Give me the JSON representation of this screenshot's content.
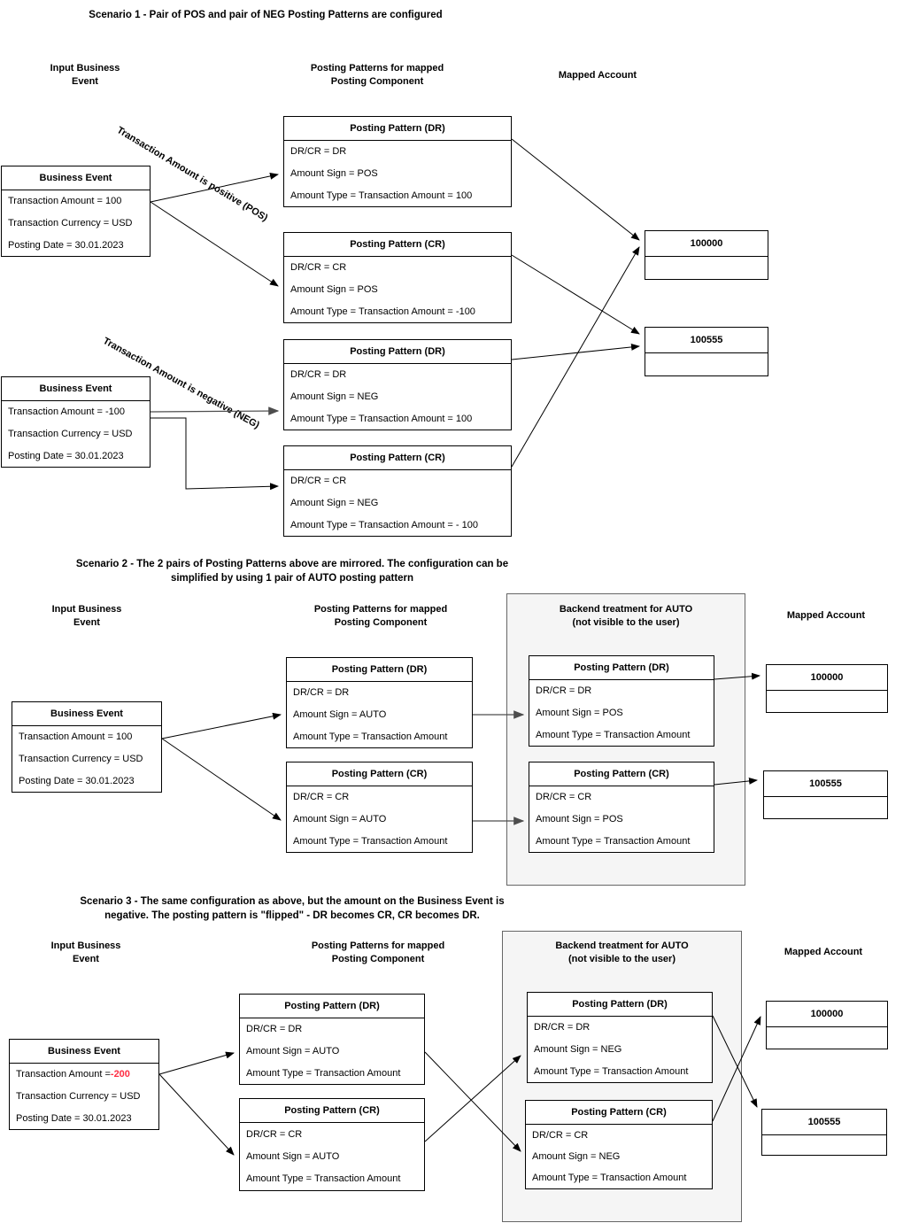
{
  "colors": {
    "negative_amount_red": "#ff2d43",
    "panel_background": "#f5f5f5",
    "panel_border": "#666666",
    "line_black": "#000000",
    "line_gray": "#4d4d4d"
  },
  "s1": {
    "title": "Scenario 1 - Pair of POS and pair of NEG Posting Patterns are configured",
    "headers": {
      "input": "Input Business\nEvent",
      "posting": "Posting Patterns for mapped\nPosting Component",
      "mapped": "Mapped Account"
    },
    "labels": {
      "pos": "Transaction Amount is positive (POS)",
      "neg": "Transaction Amount is negative (NEG)"
    },
    "be_pos": {
      "title": "Business Event",
      "rows": [
        "Transaction Amount = 100",
        "Transaction Currency = USD",
        "Posting Date = 30.01.2023"
      ]
    },
    "be_neg": {
      "title": "Business Event",
      "rows": [
        "Transaction Amount = -100",
        "Transaction Currency = USD",
        "Posting Date = 30.01.2023"
      ]
    },
    "pp_dr_pos": {
      "title": "Posting Pattern (DR)",
      "rows": [
        "DR/CR = DR",
        "Amount Sign = POS",
        "Amount Type = Transaction Amount = 100"
      ]
    },
    "pp_cr_pos": {
      "title": "Posting Pattern (CR)",
      "rows": [
        "DR/CR = CR",
        "Amount Sign = POS",
        "Amount Type = Transaction Amount = -100"
      ]
    },
    "pp_dr_neg": {
      "title": "Posting Pattern (DR)",
      "rows": [
        "DR/CR = DR",
        "Amount Sign = NEG",
        "Amount Type = Transaction Amount = 100"
      ]
    },
    "pp_cr_neg": {
      "title": "Posting Pattern (CR)",
      "rows": [
        "DR/CR = CR",
        "Amount Sign = NEG",
        "Amount Type = Transaction Amount = - 100"
      ]
    },
    "accounts": [
      {
        "number": "100000"
      },
      {
        "number": "100555"
      }
    ]
  },
  "s2": {
    "title": "Scenario 2 - The 2 pairs of Posting Patterns above are mirrored. The configuration can be\nsimplified by using 1 pair of AUTO posting pattern",
    "headers": {
      "input": "Input Business\nEvent",
      "posting": "Posting Patterns for mapped\nPosting Component",
      "backend": "Backend treatment for AUTO\n(not visible to the user)",
      "mapped": "Mapped Account"
    },
    "be": {
      "title": "Business Event",
      "rows": [
        "Transaction Amount = 100",
        "Transaction Currency = USD",
        "Posting Date = 30.01.2023"
      ]
    },
    "pp_dr": {
      "title": "Posting Pattern (DR)",
      "rows": [
        "DR/CR = DR",
        "Amount Sign = AUTO",
        "Amount Type = Transaction Amount"
      ]
    },
    "pp_cr": {
      "title": "Posting Pattern (CR)",
      "rows": [
        "DR/CR = CR",
        "Amount Sign = AUTO",
        "Amount Type = Transaction Amount"
      ]
    },
    "backend_dr": {
      "title": "Posting Pattern (DR)",
      "rows": [
        "DR/CR = DR",
        "Amount Sign = POS",
        "Amount Type = Transaction Amount"
      ]
    },
    "backend_cr": {
      "title": "Posting Pattern (CR)",
      "rows": [
        "DR/CR = CR",
        "Amount Sign = POS",
        "Amount Type = Transaction Amount"
      ]
    },
    "accounts": [
      {
        "number": "100000"
      },
      {
        "number": "100555"
      }
    ]
  },
  "s3": {
    "title": "Scenario 3 - The same configuration as above, but the amount on the Business Event is\nnegative. The posting pattern is \"flipped\" - DR becomes CR, CR becomes DR.",
    "headers": {
      "input": "Input Business\nEvent",
      "posting": "Posting Patterns for mapped\nPosting Component",
      "backend": "Backend treatment for AUTO\n(not visible to the user)",
      "mapped": "Mapped Account"
    },
    "be": {
      "title": "Business Event",
      "amount_prefix": "Transaction Amount = ",
      "amount_value": "-200",
      "rows": [
        "Transaction Currency = USD",
        "Posting Date = 30.01.2023"
      ]
    },
    "pp_dr": {
      "title": "Posting Pattern (DR)",
      "rows": [
        "DR/CR = DR",
        "Amount Sign = AUTO",
        "Amount Type = Transaction Amount"
      ]
    },
    "pp_cr": {
      "title": "Posting Pattern (CR)",
      "rows": [
        "DR/CR = CR",
        "Amount Sign = AUTO",
        "Amount Type = Transaction Amount"
      ]
    },
    "backend_dr": {
      "title": "Posting Pattern (DR)",
      "rows": [
        "DR/CR = DR",
        "Amount Sign = NEG",
        "Amount Type = Transaction Amount"
      ]
    },
    "backend_cr": {
      "title": "Posting Pattern (CR)",
      "rows": [
        "DR/CR = CR",
        "Amount Sign = NEG",
        "Amount Type = Transaction Amount"
      ]
    },
    "accounts": [
      {
        "number": "100000"
      },
      {
        "number": "100555"
      }
    ]
  }
}
